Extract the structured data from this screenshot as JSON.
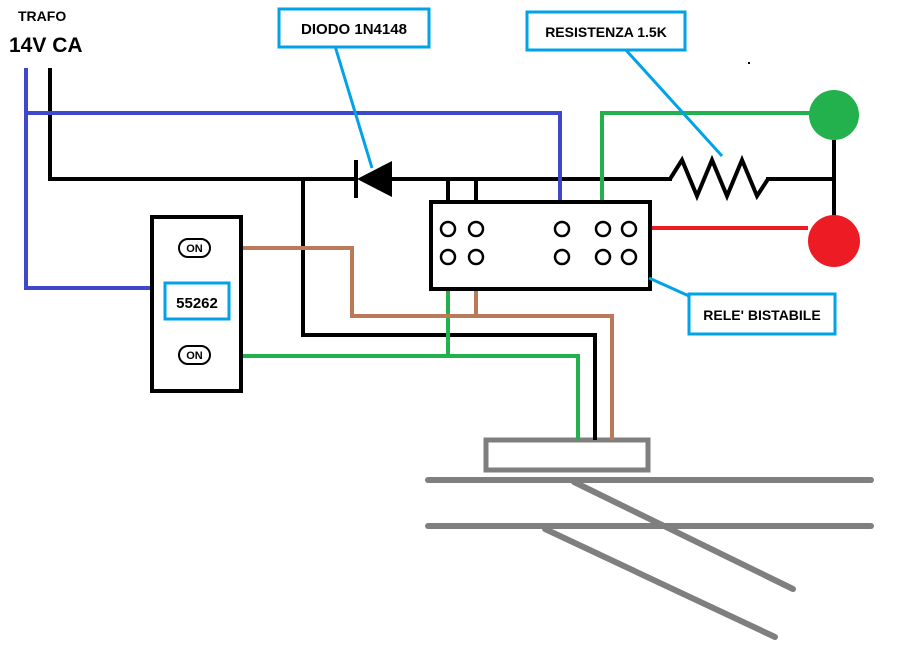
{
  "labels": {
    "trafo": "TRAFO",
    "voltage": "14V CA",
    "diode": "DIODO 1N4148",
    "resistor": "RESISTENZA 1.5K",
    "relay": "RELE' BISTABILE",
    "switch_code": "55262",
    "switch_on_top": "ON",
    "switch_on_bottom": "ON"
  },
  "colors": {
    "black": "#000000",
    "blue": "#3f48cc",
    "green": "#22b14c",
    "brown": "#b97a57",
    "red": "#ed1c24",
    "gray": "#7f7f7f",
    "label_border": "#00a2e8"
  },
  "lamps": [
    {
      "name": "green-lamp",
      "color": "#22b14c"
    },
    {
      "name": "red-lamp",
      "color": "#ed1c24"
    }
  ]
}
